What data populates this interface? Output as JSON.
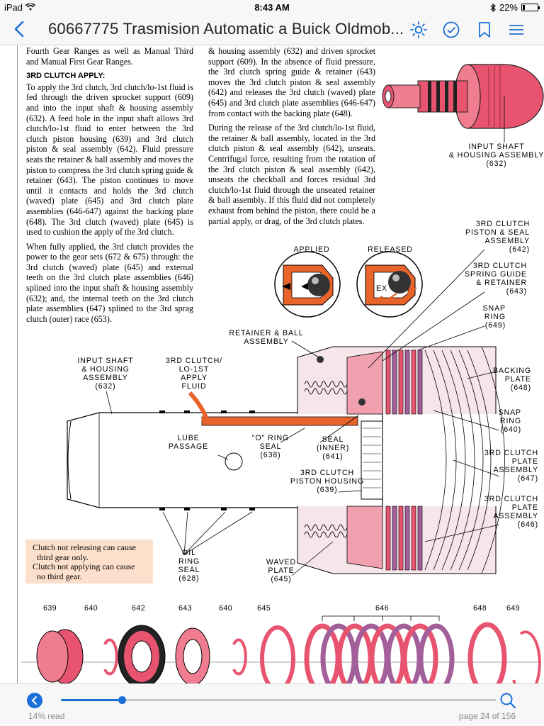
{
  "status": {
    "device": "iPad",
    "time": "8:43 AM",
    "battery": "22%",
    "battery_level": 0.22
  },
  "nav": {
    "title": "60667775 Trasmision Automatic a Buick Oldmob..."
  },
  "document": {
    "col1": {
      "intro": "Fourth Gear Ranges as well as Manual Third and Manual First Gear Ranges.",
      "heading": "3RD CLUTCH APPLY:",
      "p1": "To apply the 3rd clutch, 3rd clutch/lo-1st fluid is fed through the driven sprocket support (609) and into the input shaft & housing assembly (632). A feed hole in the input shaft allows 3rd clutch/lo-1st fluid to enter between the 3rd clutch piston housing (639) and 3rd clutch piston & seal assembly (642). Fluid pressure seats the retainer & ball assembly and moves the piston to compress the 3rd clutch spring guide & retainer (643). The piston continues to move until it contacts and holds the 3rd clutch (waved) plate (645) and 3rd clutch plate assemblies (646-647) against the backing plate (648). The 3rd clutch (waved) plate (645) is used to cushion the apply of the 3rd clutch.",
      "p2": "When fully applied, the 3rd clutch provides the power to the gear sets (672 & 675) through: the 3rd clutch (waved) plate (645) and external teeth on the 3rd clutch plate assemblies (646) splined into the input shaft & housing assembly (632); and, the internal teeth on the 3rd clutch plate assemblies (647) splined to the 3rd sprag clutch (outer) race (653)."
    },
    "col2": {
      "p1": "& housing assembly (632) and driven sprocket support (609). In the absence of fluid pressure, the 3rd clutch spring guide & retainer (643) moves the 3rd clutch piston & seal assembly (642) and releases the 3rd clutch (waved) plate (645) and 3rd clutch plate assemblies (646-647) from contact with the backing plate (648).",
      "p2": "During the release of the 3rd clutch/lo-1st fluid, the retainer & ball assembly, located in the 3rd clutch piston & seal assembly (642), unseats. Centrifugal force, resulting from the rotation of the 3rd clutch piston & seal assembly (642), unseats the checkball and forces residual 3rd clutch/lo-1st fluid through the unseated retainer & ball assembly. If this fluid did not completely exhaust from behind the piston, there could be a partial apply, or drag, of the 3rd clutch plates."
    },
    "labels": {
      "input_shaft_top": "INPUT SHAFT\n& HOUSING ASSEMBLY\n(632)",
      "piston_seal": "3RD CLUTCH\nPISTON & SEAL\nASSEMBLY\n(642)",
      "spring_guide": "3RD CLUTCH\nSPRING GUIDE\n& RETAINER\n(643)",
      "snap_ring_top": "SNAP\nRING\n(649)",
      "backing_plate": "BACKING\nPLATE\n(648)",
      "snap_ring_mid": "SNAP\nRING\n(640)",
      "plate_647": "3RD CLUTCH\nPLATE\nASSEMBLY\n(647)",
      "plate_646": "3RD CLUTCH\nPLATE\nASSEMBLY\n(646)",
      "applied": "APPLIED",
      "released": "RELEASED",
      "ex": "EX",
      "retainer_ball": "RETAINER & BALL\nASSEMBLY",
      "input_shaft_left": "INPUT SHAFT\n& HOUSING\nASSEMBLY\n(632)",
      "apply_fluid": "3RD CLUTCH/\nLO-1ST\nAPPLY\nFLUID",
      "lube": "LUBE\nPASSAGE",
      "o_ring": "\"O\" RING\nSEAL\n(638)",
      "seal_inner": "SEAL\n(INNER)\n(641)",
      "piston_housing": "3RD CLUTCH\nPISTON HOUSING\n(639)",
      "oil_ring": "OIL\nRING\nSEAL\n(628)",
      "waved_plate": "WAVED\nPLATE\n(645)"
    },
    "note": {
      "line1": "Clutch not releasing can cause",
      "line2": "third gear only.",
      "line3": "Clutch not applying can cause",
      "line4": "no third gear."
    },
    "parts": [
      "639",
      "640",
      "642",
      "643",
      "640",
      "645",
      "646",
      "648",
      "649"
    ]
  },
  "reader": {
    "progress_label": "14% read",
    "progress": 0.14,
    "page_label": "page 24 of 156"
  },
  "colors": {
    "accent": "#1b6fd6",
    "pink": "#e8546f",
    "orange": "#e8642a",
    "note_bg": "#fde0cc",
    "purple": "#a25f9a"
  }
}
